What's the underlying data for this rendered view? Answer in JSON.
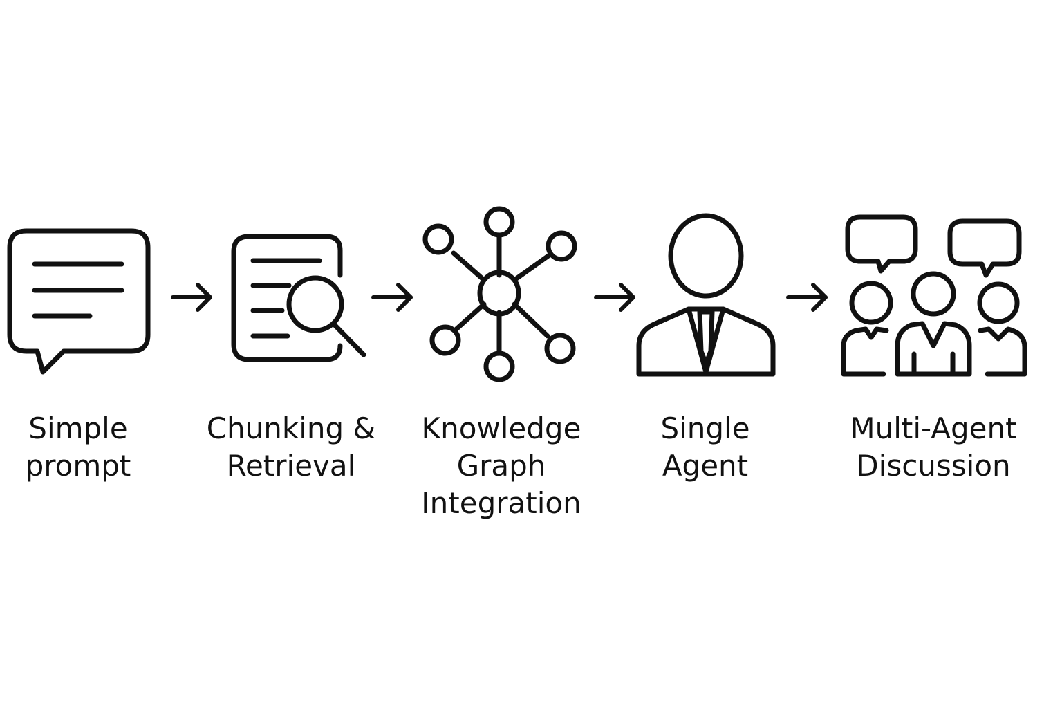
{
  "colors": {
    "stroke": "#111111",
    "background": "#ffffff"
  },
  "steps": [
    {
      "icon": "chat-bubble-icon",
      "lines": [
        "Simple",
        "prompt"
      ]
    },
    {
      "icon": "document-search-icon",
      "lines": [
        "Chunking &",
        "Retrieval"
      ]
    },
    {
      "icon": "network-graph-icon",
      "lines": [
        "Knowledge",
        "Graph",
        "Integration"
      ]
    },
    {
      "icon": "person-agent-icon",
      "lines": [
        "Single",
        "Agent"
      ]
    },
    {
      "icon": "group-discussion-icon",
      "lines": [
        "Multi-Agent",
        "Discussion"
      ]
    }
  ],
  "connectors": [
    "arrow-right-icon",
    "arrow-right-icon",
    "arrow-right-icon",
    "arrow-right-icon"
  ]
}
